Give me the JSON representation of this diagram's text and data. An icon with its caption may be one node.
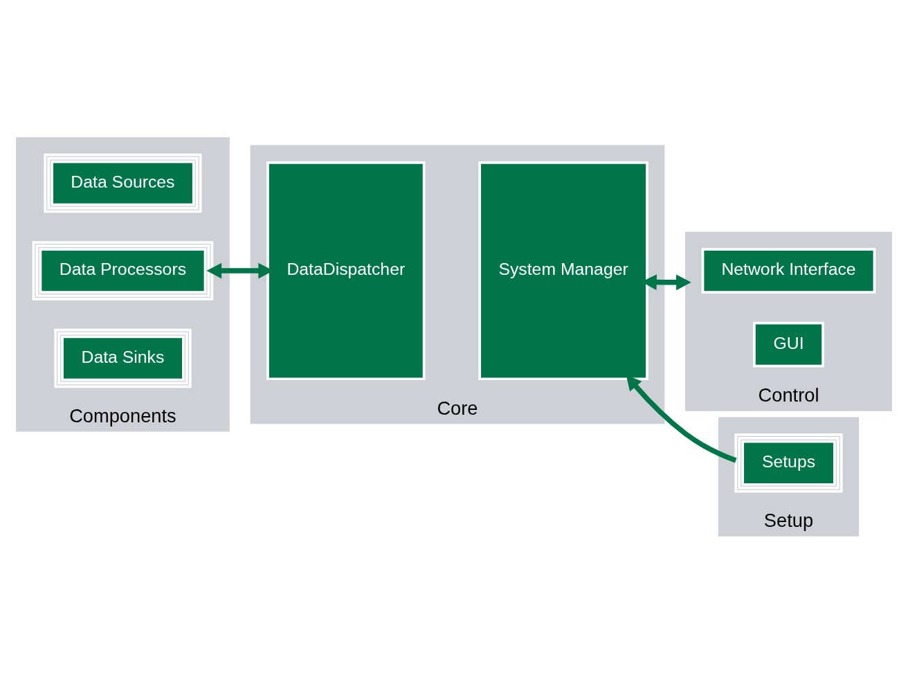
{
  "diagram": {
    "nodes": [
      {
        "text": [
          "Components"
        ]
      },
      {
        "text": [
          "Data Sources"
        ],
        "in": 0
      },
      {
        "text": [
          "Data Processors"
        ],
        "in": 0
      },
      {
        "text": [
          "Data Sinks"
        ],
        "in": 0
      },
      {
        "text": [
          "Core"
        ]
      },
      {
        "text": [
          "DataDispatcher"
        ],
        "in": 4
      },
      {
        "text": [
          "System Manager"
        ],
        "in": 4
      },
      {
        "text": [
          "Control"
        ]
      },
      {
        "text": [
          "Network Interface"
        ],
        "in": 7
      },
      {
        "text": [
          "GUI"
        ],
        "in": 7
      },
      {
        "text": [
          "Setup"
        ]
      },
      {
        "text": [
          "Setups"
        ],
        "in": 10
      }
    ],
    "edges": [
      {
        "from": 2,
        "to": 5,
        "arrow": "both"
      },
      {
        "from": 6,
        "to": 7,
        "arrow": "both"
      },
      {
        "from": 11,
        "to": 6,
        "arrow": "to"
      }
    ]
  }
}
